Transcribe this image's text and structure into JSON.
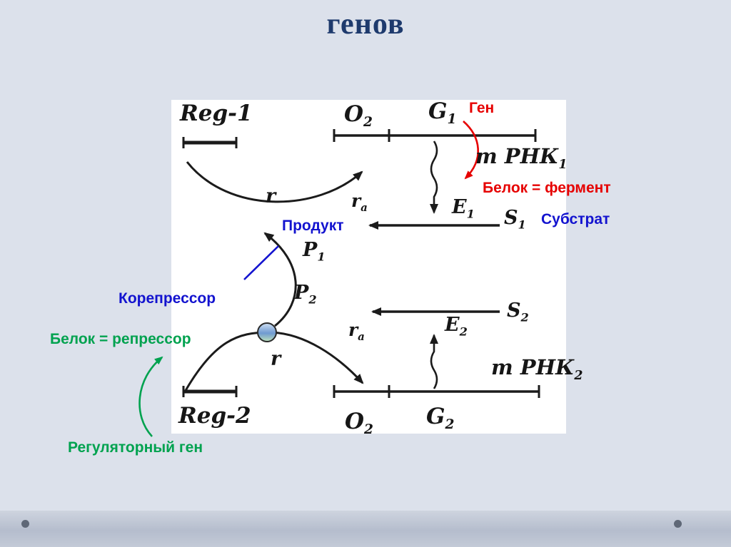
{
  "slide": {
    "title": "генов"
  },
  "colors": {
    "background": "#dce1eb",
    "panel": "#ffffff",
    "title_text": "#1e3a6d",
    "diagram_ink": "#1b1b1b",
    "red_label": "#e60000",
    "blue_label": "#1313cf",
    "green_label": "#00a24f",
    "repressor_ball_top": "#6f9ad0",
    "repressor_ball_bottom": "#bfe3bb"
  },
  "diagram": {
    "reg1": "Reg-1",
    "reg2": "Reg-2",
    "operator_top": {
      "base": "O",
      "sub": "2"
    },
    "gene_top": {
      "base": "G",
      "sub": "1"
    },
    "mrna_top": {
      "base": "m РНК",
      "sub": "1"
    },
    "enzyme_top": {
      "base": "E",
      "sub": "1"
    },
    "substrate_top": {
      "base": "S",
      "sub": "1"
    },
    "ra_top": {
      "base": "r",
      "sub": "a"
    },
    "r_top": "r",
    "product1": {
      "base": "P",
      "sub": "1"
    },
    "product2": {
      "base": "P",
      "sub": "2"
    },
    "r_bottom": "r",
    "operator_bottom": {
      "base": "O",
      "sub": "2"
    },
    "gene_bottom": {
      "base": "G",
      "sub": "2"
    },
    "mrna_bottom": {
      "base": "m РНК",
      "sub": "2"
    },
    "enzyme_bottom": {
      "base": "E",
      "sub": "2"
    },
    "substrate_bottom": {
      "base": "S",
      "sub": "2"
    },
    "ra_bottom": {
      "base": "r",
      "sub": "a"
    },
    "annotations": {
      "gene": "Ген",
      "protein_enzyme": "Белок = фермент",
      "substrate": "Субстрат",
      "product": "Продукт",
      "corepressor": "Корепрессор",
      "protein_repressor": "Белок = репрессор",
      "regulatory_gene": "Регуляторный ген"
    }
  }
}
